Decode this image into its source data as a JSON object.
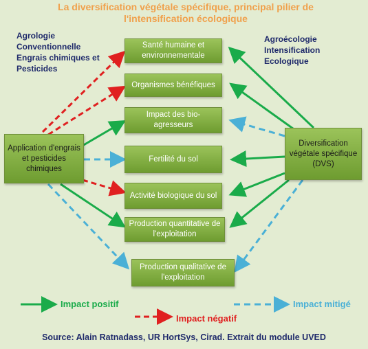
{
  "title": "La diversification végétale spécifique, principal pilier de l'intensification écologique",
  "left_label": "Agrologie Conventionnelle Engrais chimiques et Pesticides",
  "right_label": "Agroécologie Intensification Ecologique",
  "left_box": "Application d'engrais et pesticides chimiques",
  "right_box": "Diversification végétale spécifique (DVS)",
  "impacts": [
    "Santé humaine et environnementale",
    "Organismes bénéfiques",
    "Impact des bio-agresseurs",
    "Fertilité du sol",
    "Activité biologique du sol",
    "Production quantitative de l'exploitation",
    "Production qualitative de l'exploitation"
  ],
  "legend": {
    "positive": "Impact positif",
    "negative": "Impact négatif",
    "mixed": "Impact mitigé"
  },
  "colors": {
    "positive": "#1aab4a",
    "negative": "#e02020",
    "mixed": "#4ab0d6",
    "title": "#f0a04b",
    "label": "#1f2a6b"
  },
  "source": "Source: Alain Ratnadass, UR HortSys, Cirad. Extrait du module UVED"
}
